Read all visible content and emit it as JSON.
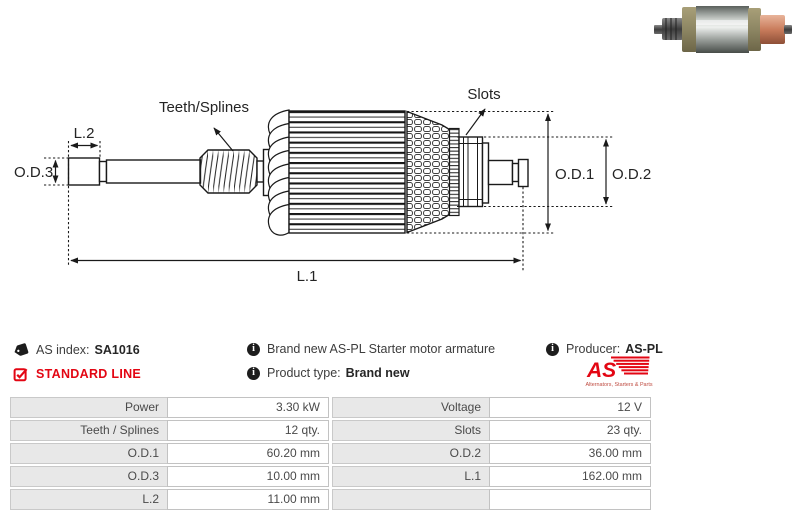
{
  "colors": {
    "brand_red": "#e30613",
    "table_label_bg": "#e8e8e8",
    "table_border": "#c9c9c9",
    "text": "#3d3d3d",
    "diagram_line": "#1a1a1a"
  },
  "diagram": {
    "labels": {
      "teeth_splines": "Teeth/Splines",
      "slots": "Slots",
      "l1": "L.1",
      "l2": "L.2",
      "od1": "O.D.1",
      "od2": "O.D.2",
      "od3": "O.D.3"
    }
  },
  "info": {
    "as_index_label": "AS index:",
    "as_index_value": "SA1016",
    "standard_line": "STANDARD LINE",
    "description": "Brand new AS-PL Starter motor armature",
    "product_type_label": "Product type:",
    "product_type_value": "Brand new",
    "producer_label": "Producer:",
    "producer_value": "AS-PL",
    "logo_text": "AS",
    "logo_tagline": "Alternators, Starters & Parts"
  },
  "spec_table": {
    "rows": [
      {
        "cells": [
          "Power",
          "3.30 kW",
          "Voltage",
          "12 V"
        ]
      },
      {
        "cells": [
          "Teeth / Splines",
          "12 qty.",
          "Slots",
          "23 qty."
        ]
      },
      {
        "cells": [
          "O.D.1",
          "60.20 mm",
          "O.D.2",
          "36.00 mm"
        ]
      },
      {
        "cells": [
          "O.D.3",
          "10.00 mm",
          "L.1",
          "162.00 mm"
        ]
      },
      {
        "cells": [
          "L.2",
          "11.00 mm",
          "",
          ""
        ]
      }
    ]
  }
}
